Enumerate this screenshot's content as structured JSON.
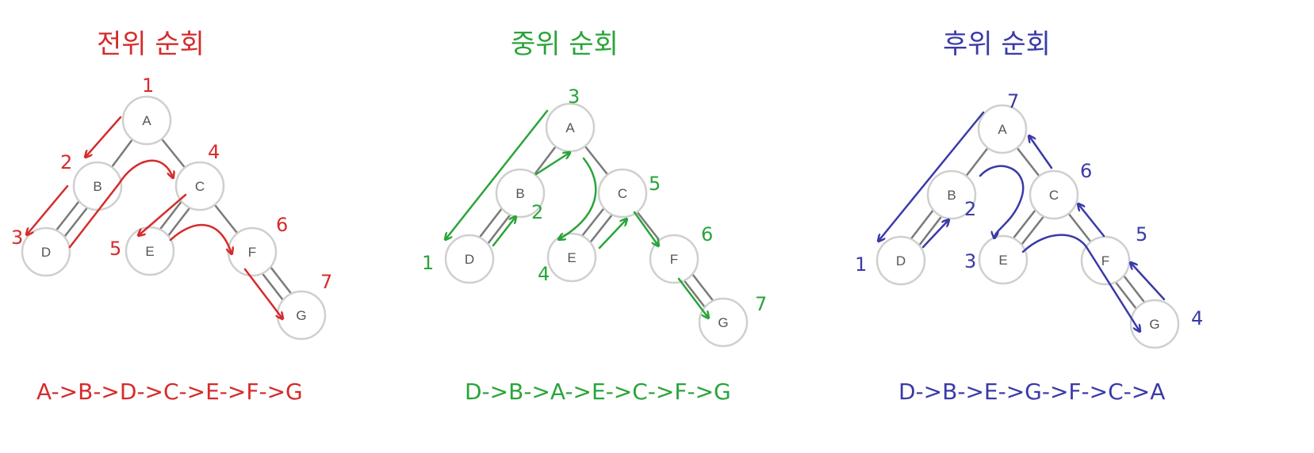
{
  "colors": {
    "pre": "#d62b2b",
    "in": "#2aa43a",
    "post": "#3a3aa8"
  },
  "panels": [
    {
      "title": "전위 순회",
      "sequence": "A->B->D->C->E->F->G",
      "nodes": [
        "A",
        "B",
        "C",
        "D",
        "E",
        "F",
        "G"
      ],
      "order": {
        "A": "1",
        "B": "2",
        "D": "3",
        "C": "4",
        "E": "5",
        "F": "6",
        "G": "7"
      }
    },
    {
      "title": "중위 순회",
      "sequence": "D->B->A->E->C->F->G",
      "nodes": [
        "A",
        "B",
        "C",
        "D",
        "E",
        "F",
        "G"
      ],
      "order": {
        "D": "1",
        "B": "2",
        "A": "3",
        "E": "4",
        "C": "5",
        "F": "6",
        "G": "7"
      }
    },
    {
      "title": "후위 순회",
      "sequence": "D->B->E->G->F->C->A",
      "nodes": [
        "A",
        "B",
        "C",
        "D",
        "E",
        "F",
        "G"
      ],
      "order": {
        "D": "1",
        "B": "2",
        "E": "3",
        "G": "4",
        "F": "5",
        "C": "6",
        "A": "7"
      }
    }
  ]
}
